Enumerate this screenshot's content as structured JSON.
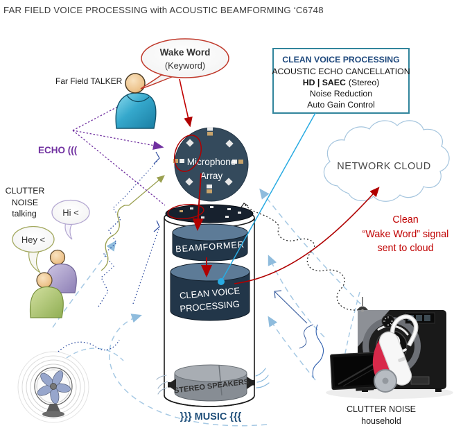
{
  "title": "FAR FIELD VOICE PROCESSING with ACOUSTIC BEAMFORMING ‘C6748",
  "wake_word_bubble": {
    "line1": "Wake Word",
    "line2": "(Keyword)"
  },
  "labels": {
    "far_field_talker": "Far Field TALKER",
    "echo": "ECHO (((",
    "clutter_talking_1": "CLUTTER",
    "clutter_talking_2": "NOISE",
    "clutter_talking_3": "talking",
    "hi_bubble": "Hi <",
    "hey_bubble": "Hey <",
    "network_cloud": "NETWORK CLOUD",
    "clean_signal_1": "Clean",
    "clean_signal_2": "“Wake Word” signal",
    "clean_signal_3": "sent to cloud",
    "music": "}}} MUSIC {{{",
    "clutter_household_1": "CLUTTER NOISE",
    "clutter_household_2": "household"
  },
  "processing_box": {
    "title": "CLEAN VOICE PROCESSING",
    "line1": "ACOUSTIC ECHO CANCELLATION",
    "line2_strong": "HD | SAEC",
    "line2_normal": "(Stereo)",
    "line3": "Noise Reduction",
    "line4": "Auto Gain Control"
  },
  "device": {
    "mic_line1": "Microphone",
    "mic_line2": "Array",
    "beamformer": "BEAMFORMER",
    "clean_line1": "CLEAN VOICE",
    "clean_line2": "PROCESSING",
    "speakers": "STEREO SPEAKERS"
  },
  "colors": {
    "accent_red": "#c00000",
    "echo_purple": "#7030a0",
    "noise_blue_dashed": "#a6c9e4",
    "signal_cyan": "#29abe2",
    "music_navy": "#1f4e79",
    "box_border_teal": "#31859c",
    "box_title_blue": "#1f497d",
    "device_navy": "#344a5c",
    "talk_olive": "#9aa050"
  }
}
